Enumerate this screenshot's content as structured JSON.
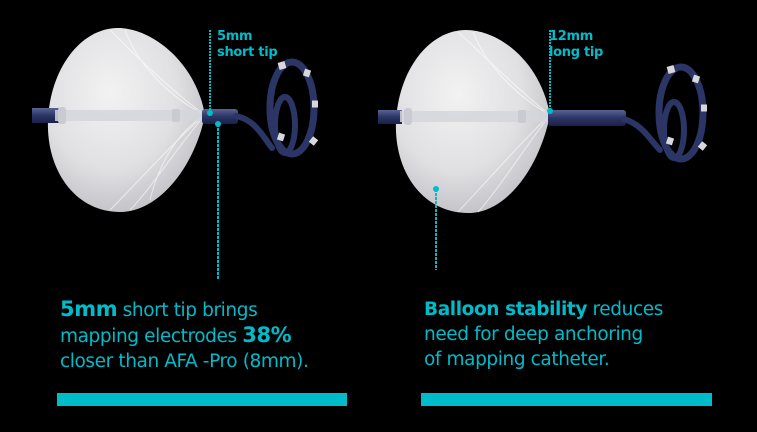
{
  "colors": {
    "background": "#000000",
    "accent": "#00bccb",
    "catheter": "#2b3566",
    "balloon": "#e9e9ec"
  },
  "left_panel": {
    "tip_label": {
      "value": "5mm",
      "text": "short tip"
    },
    "caption": {
      "line1_highlight": "5mm",
      "line1_rest": " short tip brings",
      "line2_text": "mapping electrodes ",
      "line2_highlight": "38%",
      "line3_text": "closer than AFA -Pro (8mm)."
    }
  },
  "right_panel": {
    "tip_label": {
      "value": "12mm",
      "text": "long tip"
    },
    "caption": {
      "line1_highlight": "Balloon stability",
      "line1_rest": " reduces",
      "line2_text": "need for deep anchoring",
      "line3_text": "of mapping catheter."
    }
  }
}
